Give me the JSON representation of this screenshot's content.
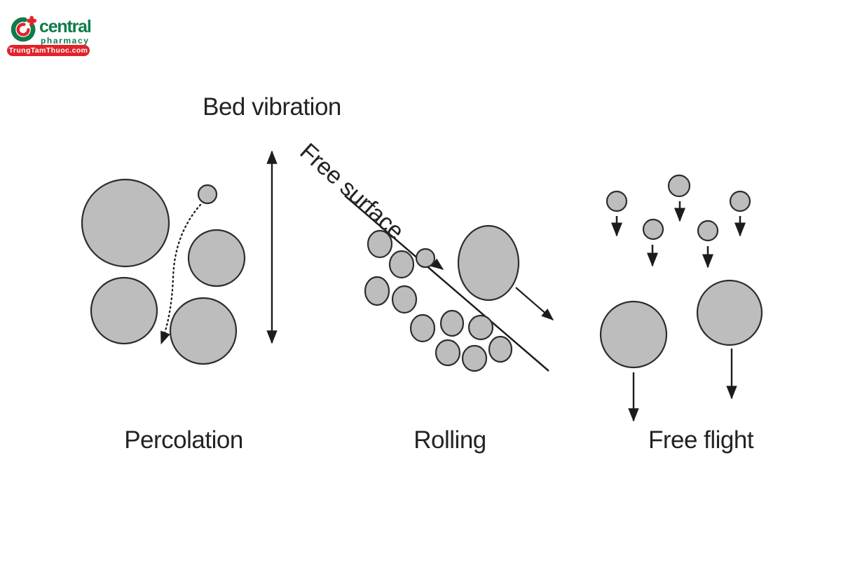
{
  "page": {
    "background_color": "#ffffff"
  },
  "logo": {
    "brand_name": "central",
    "brand_subtitle": "pharmacy",
    "website_banner": "TrungTamThuoc.com",
    "green": "#0e7c4a",
    "red": "#e1232b"
  },
  "diagram": {
    "bed_vibration_label": "Bed vibration",
    "free_surface_label": "Free surface",
    "mechanism_labels": {
      "percolation": "Percolation",
      "rolling": "Rolling",
      "free_flight": "Free flight"
    },
    "colors": {
      "particle_fill": "#bdbdbd",
      "particle_stroke": "#2d2d2d",
      "line_color": "#1c1c1c",
      "text_color": "#232323"
    }
  }
}
